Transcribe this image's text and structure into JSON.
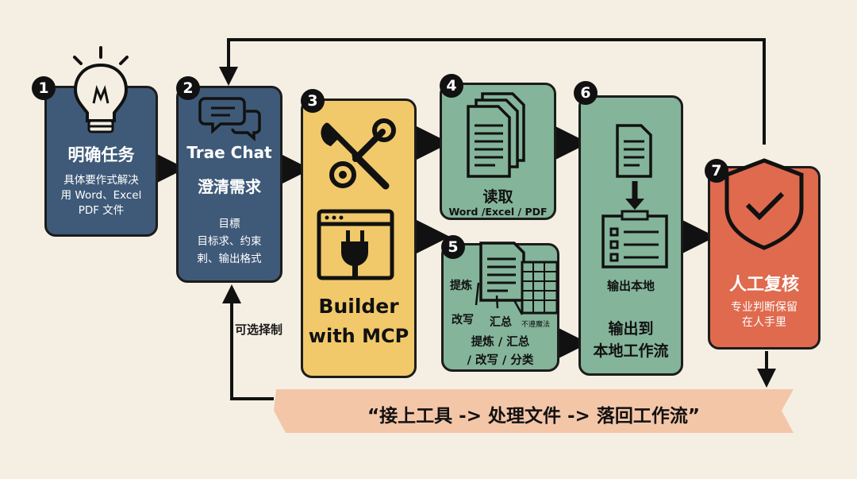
{
  "steps": [
    {
      "num": "1",
      "title": "明确任务",
      "desc": [
        "具体要作式解决",
        "用 Word、Excel",
        "PDF 文件"
      ],
      "icon": "lightbulb-icon"
    },
    {
      "num": "2",
      "title_line1": "Trae Chat",
      "title_line2": "澄清需求",
      "desc": [
        "目標",
        "目标求、约束",
        "剌、输出格式"
      ],
      "icon": "chat-bubbles-icon"
    },
    {
      "num": "3",
      "title_line1": "Builder",
      "title_line2": "with MCP",
      "icon_top": "tools-icon",
      "icon_bottom": "plug-window-icon"
    },
    {
      "num": "4",
      "title": "读取",
      "desc": "Word /Excel / PDF",
      "icon": "documents-icon"
    },
    {
      "num": "5",
      "labels": {
        "refine": "提炼",
        "rewrite": "改写",
        "summary": "汇总",
        "tiny": "不遵魔法"
      },
      "desc_line1": "提炼 / 汇总",
      "desc_line2": "/ 改写 / 分类",
      "icon": "doc-table-icon"
    },
    {
      "num": "6",
      "label": "输出本地",
      "title_line1": "输出到",
      "title_line2": "本地工作流",
      "icon": "doc-to-checklist-icon"
    },
    {
      "num": "7",
      "title": "人工复核",
      "desc": [
        "专业判断保留",
        "在人手里"
      ],
      "icon": "shield-check-icon"
    }
  ],
  "optional_label": "可选择制",
  "banner_text": "“接上工具 -> 处理文件 -> 落回工作流”",
  "colors": {
    "navy": "#3f5a78",
    "green": "#84b49a",
    "yellow": "#f1c96a",
    "red": "#df6a4e",
    "banner": "#f4c6a8",
    "background": "#f5efe3"
  }
}
